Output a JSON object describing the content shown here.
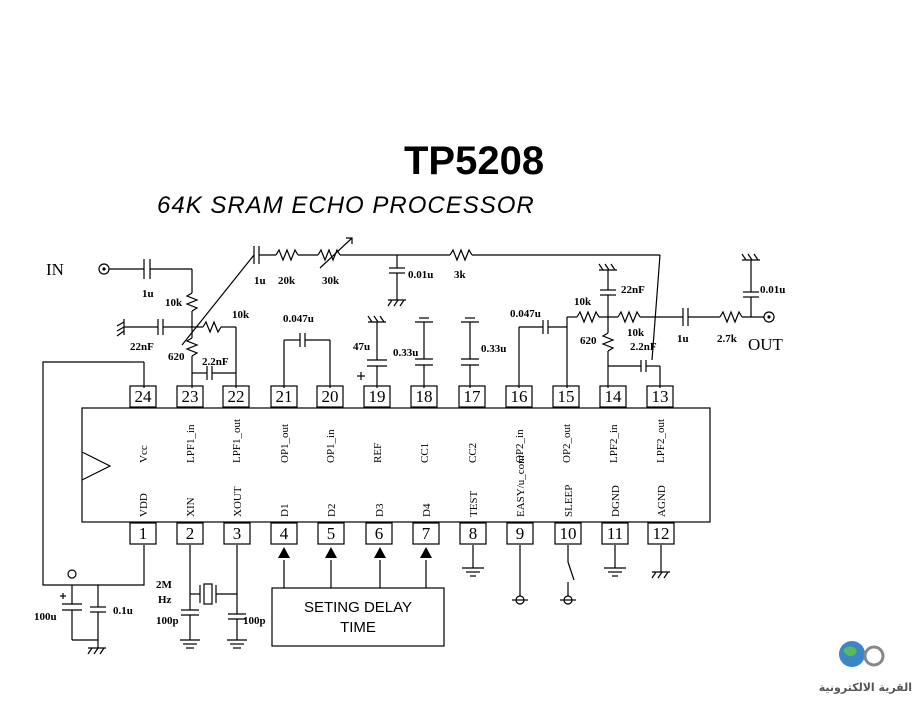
{
  "title": "TP5208",
  "subtitle": "64K SRAM ECHO PROCESSOR",
  "io": {
    "input": "IN",
    "output": "OUT"
  },
  "pins_top": [
    {
      "num": "24",
      "name": "Vcc"
    },
    {
      "num": "23",
      "name": "LPF1_in"
    },
    {
      "num": "22",
      "name": "LPF1_out"
    },
    {
      "num": "21",
      "name": "OP1_out"
    },
    {
      "num": "20",
      "name": "OP1_in"
    },
    {
      "num": "19",
      "name": "REF"
    },
    {
      "num": "18",
      "name": "CC1"
    },
    {
      "num": "17",
      "name": "CC2"
    },
    {
      "num": "16",
      "name": "OP2_in"
    },
    {
      "num": "15",
      "name": "OP2_out"
    },
    {
      "num": "14",
      "name": "LPF2_in"
    },
    {
      "num": "13",
      "name": "LPF2_out"
    }
  ],
  "pins_bottom": [
    {
      "num": "1",
      "name": "VDD"
    },
    {
      "num": "2",
      "name": "XIN"
    },
    {
      "num": "3",
      "name": "XOUT"
    },
    {
      "num": "4",
      "name": "D1"
    },
    {
      "num": "5",
      "name": "D2"
    },
    {
      "num": "6",
      "name": "D3"
    },
    {
      "num": "7",
      "name": "D4"
    },
    {
      "num": "8",
      "name": "TEST"
    },
    {
      "num": "9",
      "name": "EASY/u_com"
    },
    {
      "num": "10",
      "name": "SLEEP"
    },
    {
      "num": "11",
      "name": "DGND"
    },
    {
      "num": "12",
      "name": "AGND"
    }
  ],
  "components": {
    "c_in": "1u",
    "r_in": "10k",
    "c_lpf1_gnd": "22nF",
    "r_620_1": "620",
    "c_lpf1": "2.2nF",
    "r_lpf1": "10k",
    "c_top1": "1u",
    "r_top1": "20k",
    "r_pot": "30k",
    "c_top2": "0.01u",
    "r_top2": "3k",
    "c_op1": "0.047u",
    "c_ref": "47u",
    "c_cc1": "0.33u",
    "c_cc2": "0.33u",
    "c_op2": "0.047u",
    "r_op2": "10k",
    "c_lpf2_gnd": "22nF",
    "r_620_2": "620",
    "r_lpf2": "10k",
    "c_lpf2": "2.2nF",
    "c_out": "1u",
    "r_out": "2.7k",
    "c_out_gnd": "0.01u",
    "c_vdd1": "100u",
    "c_vdd2": "0.1u",
    "xtal": "2M",
    "xtal_unit": "Hz",
    "c_xin": "100p",
    "c_xout": "100p"
  },
  "delay_box": {
    "line1": "SETING DELAY",
    "line2": "TIME"
  },
  "watermark": "القرية الالكترونية"
}
